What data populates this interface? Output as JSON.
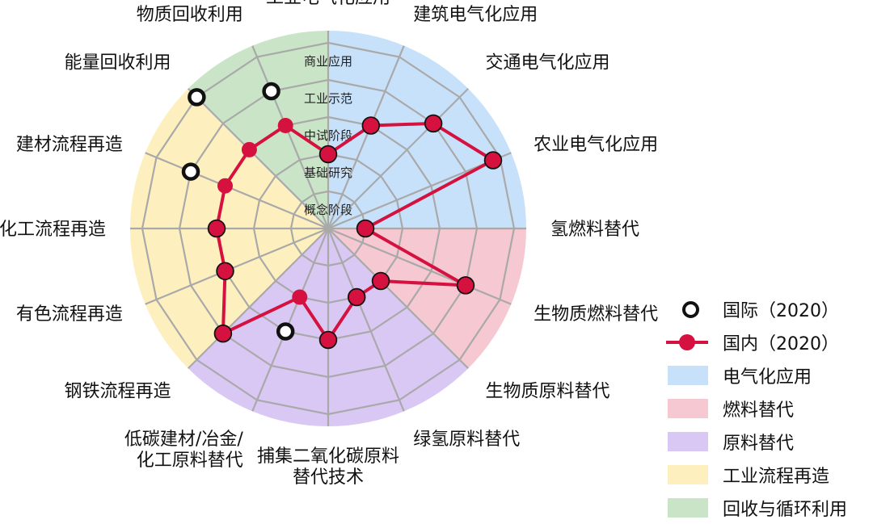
{
  "chart_data": {
    "type": "radar",
    "rings": [
      "概念阶段",
      "基础研究",
      "中试阶段",
      "工业示范",
      "商业应用"
    ],
    "categories": [
      "工业电气化应用",
      "建筑电气化应用",
      "交通电气化应用",
      "农业电气化应用",
      "氢燃料替代",
      "生物质燃料替代",
      "生物质原料替代",
      "绿氢原料替代",
      "捕集二氧化碳原料替代技术",
      "低碳建材/冶金/化工原料替代",
      "钢铁流程再造",
      "有色流程再造",
      "化工流程再造",
      "建材流程再造",
      "能量回收利用",
      "物质回收利用"
    ],
    "category_lines": [
      [
        "工业电气化应用"
      ],
      [
        "建筑电气化应用"
      ],
      [
        "交通电气化应用"
      ],
      [
        "农业电气化应用"
      ],
      [
        "氢燃料替代"
      ],
      [
        "生物质燃料替代"
      ],
      [
        "生物质原料替代"
      ],
      [
        "绿氢原料替代"
      ],
      [
        "捕集二氧化碳原料",
        "替代技术"
      ],
      [
        "低碳建材/冶金/",
        "化工原料替代"
      ],
      [
        "钢铁流程再造"
      ],
      [
        "有色流程再造"
      ],
      [
        "化工流程再造"
      ],
      [
        "建材流程再造"
      ],
      [
        "能量回收利用"
      ],
      [
        "物质回收利用"
      ]
    ],
    "series": [
      {
        "name": "国际（2020）",
        "marker": "hollow-circle",
        "color": "#111111",
        "points": [
          {
            "category": "工业电气化应用",
            "value": 2.0
          },
          {
            "category": "建筑电气化应用",
            "value": 3.0
          },
          {
            "category": "交通电气化应用",
            "value": 4.0
          },
          {
            "category": "农业电气化应用",
            "value": 4.8
          },
          {
            "category": "氢燃料替代",
            "value": 1.0
          },
          {
            "category": "生物质燃料替代",
            "value": 4.0
          },
          {
            "category": "生物质原料替代",
            "value": 2.0
          },
          {
            "category": "绿氢原料替代",
            "value": 2.0
          },
          {
            "category": "捕集二氧化碳原料替代技术",
            "value": 3.0
          },
          {
            "category": "低碳建材/冶金/化工原料替代",
            "value": 3.0
          },
          {
            "category": "钢铁流程再造",
            "value": 4.0
          },
          {
            "category": "有色流程再造",
            "value": 3.0
          },
          {
            "category": "化工流程再造",
            "value": 3.0
          },
          {
            "category": "建材流程再造",
            "value": 4.0
          },
          {
            "category": "能量回收利用",
            "value": 5.0
          },
          {
            "category": "物质回收利用",
            "value": 4.0
          }
        ]
      },
      {
        "name": "国内（2020）",
        "marker": "filled-circle",
        "color": "#d5123f",
        "points": [
          {
            "category": "工业电气化应用",
            "value": 2.0
          },
          {
            "category": "建筑电气化应用",
            "value": 3.0
          },
          {
            "category": "交通电气化应用",
            "value": 4.0
          },
          {
            "category": "农业电气化应用",
            "value": 4.8
          },
          {
            "category": "氢燃料替代",
            "value": 1.0
          },
          {
            "category": "生物质燃料替代",
            "value": 4.0
          },
          {
            "category": "生物质原料替代",
            "value": 2.0
          },
          {
            "category": "绿氢原料替代",
            "value": 2.0
          },
          {
            "category": "捕集二氧化碳原料替代技术",
            "value": 3.0
          },
          {
            "category": "低碳建材/冶金/化工原料替代",
            "value": 2.0
          },
          {
            "category": "钢铁流程再造",
            "value": 4.0
          },
          {
            "category": "有色流程再造",
            "value": 3.0
          },
          {
            "category": "化工流程再造",
            "value": 3.0
          },
          {
            "category": "建材流程再造",
            "value": 3.0
          },
          {
            "category": "能量回收利用",
            "value": 3.0
          },
          {
            "category": "物质回收利用",
            "value": 3.0
          },
          {
            "category": "工业电气化应用",
            "value": 2.0
          }
        ]
      }
    ],
    "sectors": [
      {
        "name": "电气化应用",
        "color": "#c8e1fa",
        "categories": [
          "工业电气化应用",
          "建筑电气化应用",
          "交通电气化应用",
          "农业电气化应用"
        ]
      },
      {
        "name": "燃料替代",
        "color": "#f6c8d2",
        "categories": [
          "氢燃料替代",
          "生物质燃料替代"
        ]
      },
      {
        "name": "原料替代",
        "color": "#dac8f4",
        "categories": [
          "生物质原料替代",
          "绿氢原料替代",
          "捕集二氧化碳原料替代技术",
          "低碳建材/冶金/化工原料替代"
        ]
      },
      {
        "name": "工业流程再造",
        "color": "#fdf0be",
        "categories": [
          "钢铁流程再造",
          "有色流程再造",
          "化工流程再造",
          "建材流程再造"
        ]
      },
      {
        "name": "回收与循环利用",
        "color": "#c9e4c6",
        "categories": [
          "能量回收利用",
          "物质回收利用"
        ]
      }
    ],
    "grid": true,
    "grid_color": "#a9a9a9",
    "legend_position": "bottom-right"
  },
  "legend": {
    "international": "国际（2020）",
    "domestic": "国内（2020）",
    "electrification": "电气化应用",
    "fuel": "燃料替代",
    "feedstock": "原料替代",
    "process": "工业流程再造",
    "recycle": "回收与循环利用"
  }
}
